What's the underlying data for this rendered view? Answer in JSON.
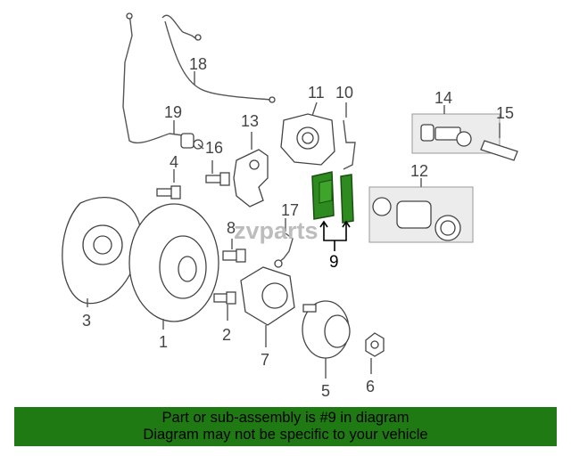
{
  "diagram": {
    "callouts": {
      "c1": "1",
      "c2": "2",
      "c3": "3",
      "c4": "4",
      "c5": "5",
      "c6": "6",
      "c7": "7",
      "c8": "8",
      "c9": "9",
      "c10": "10",
      "c11": "11",
      "c12": "12",
      "c13": "13",
      "c14": "14",
      "c15": "15",
      "c16": "16",
      "c17": "17",
      "c18": "18",
      "c19": "19"
    },
    "watermark": "zvparts",
    "highlight_color": "#2e8b1f"
  },
  "banner": {
    "line1": "Part or sub-assembly is #9 in diagram",
    "line2": "Diagram may not be specific to your vehicle",
    "background": "#1f7a14"
  }
}
